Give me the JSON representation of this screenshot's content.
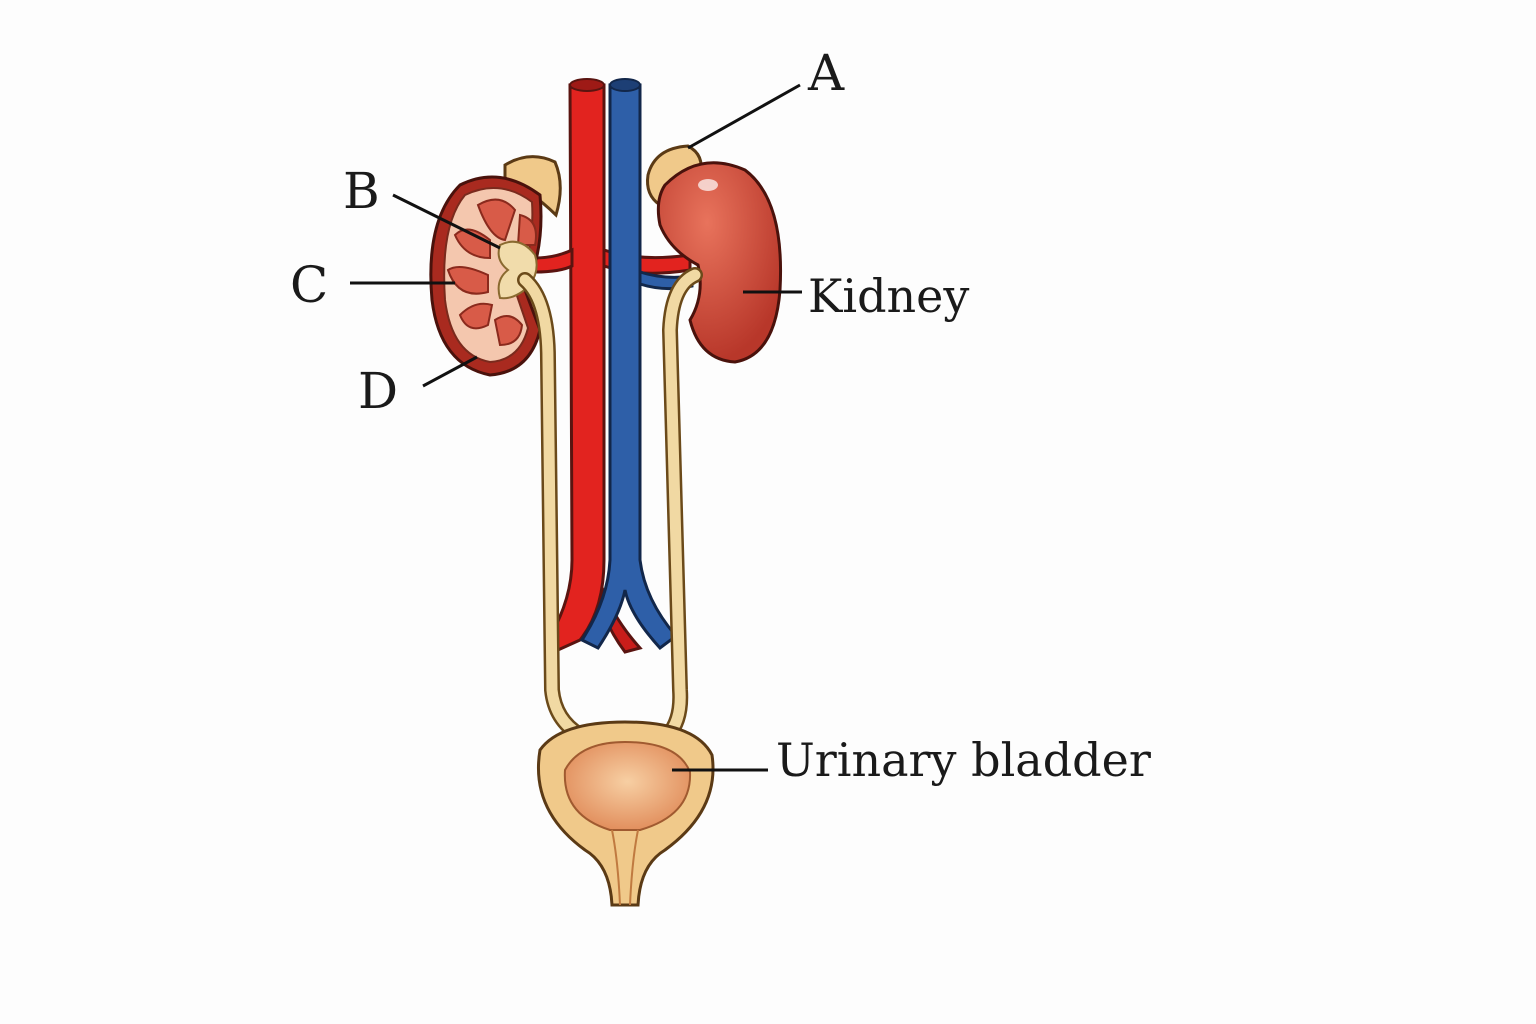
{
  "labels": {
    "a": "A",
    "b": "B",
    "c": "C",
    "d": "D",
    "kidney": "Kidney",
    "bladder": "Urinary bladder"
  },
  "colors": {
    "artery": "#e2231f",
    "vein": "#2e5fa8",
    "kidney": "#cf4a36",
    "ureter": "#f1d9a3",
    "adrenal": "#f0c98a"
  }
}
